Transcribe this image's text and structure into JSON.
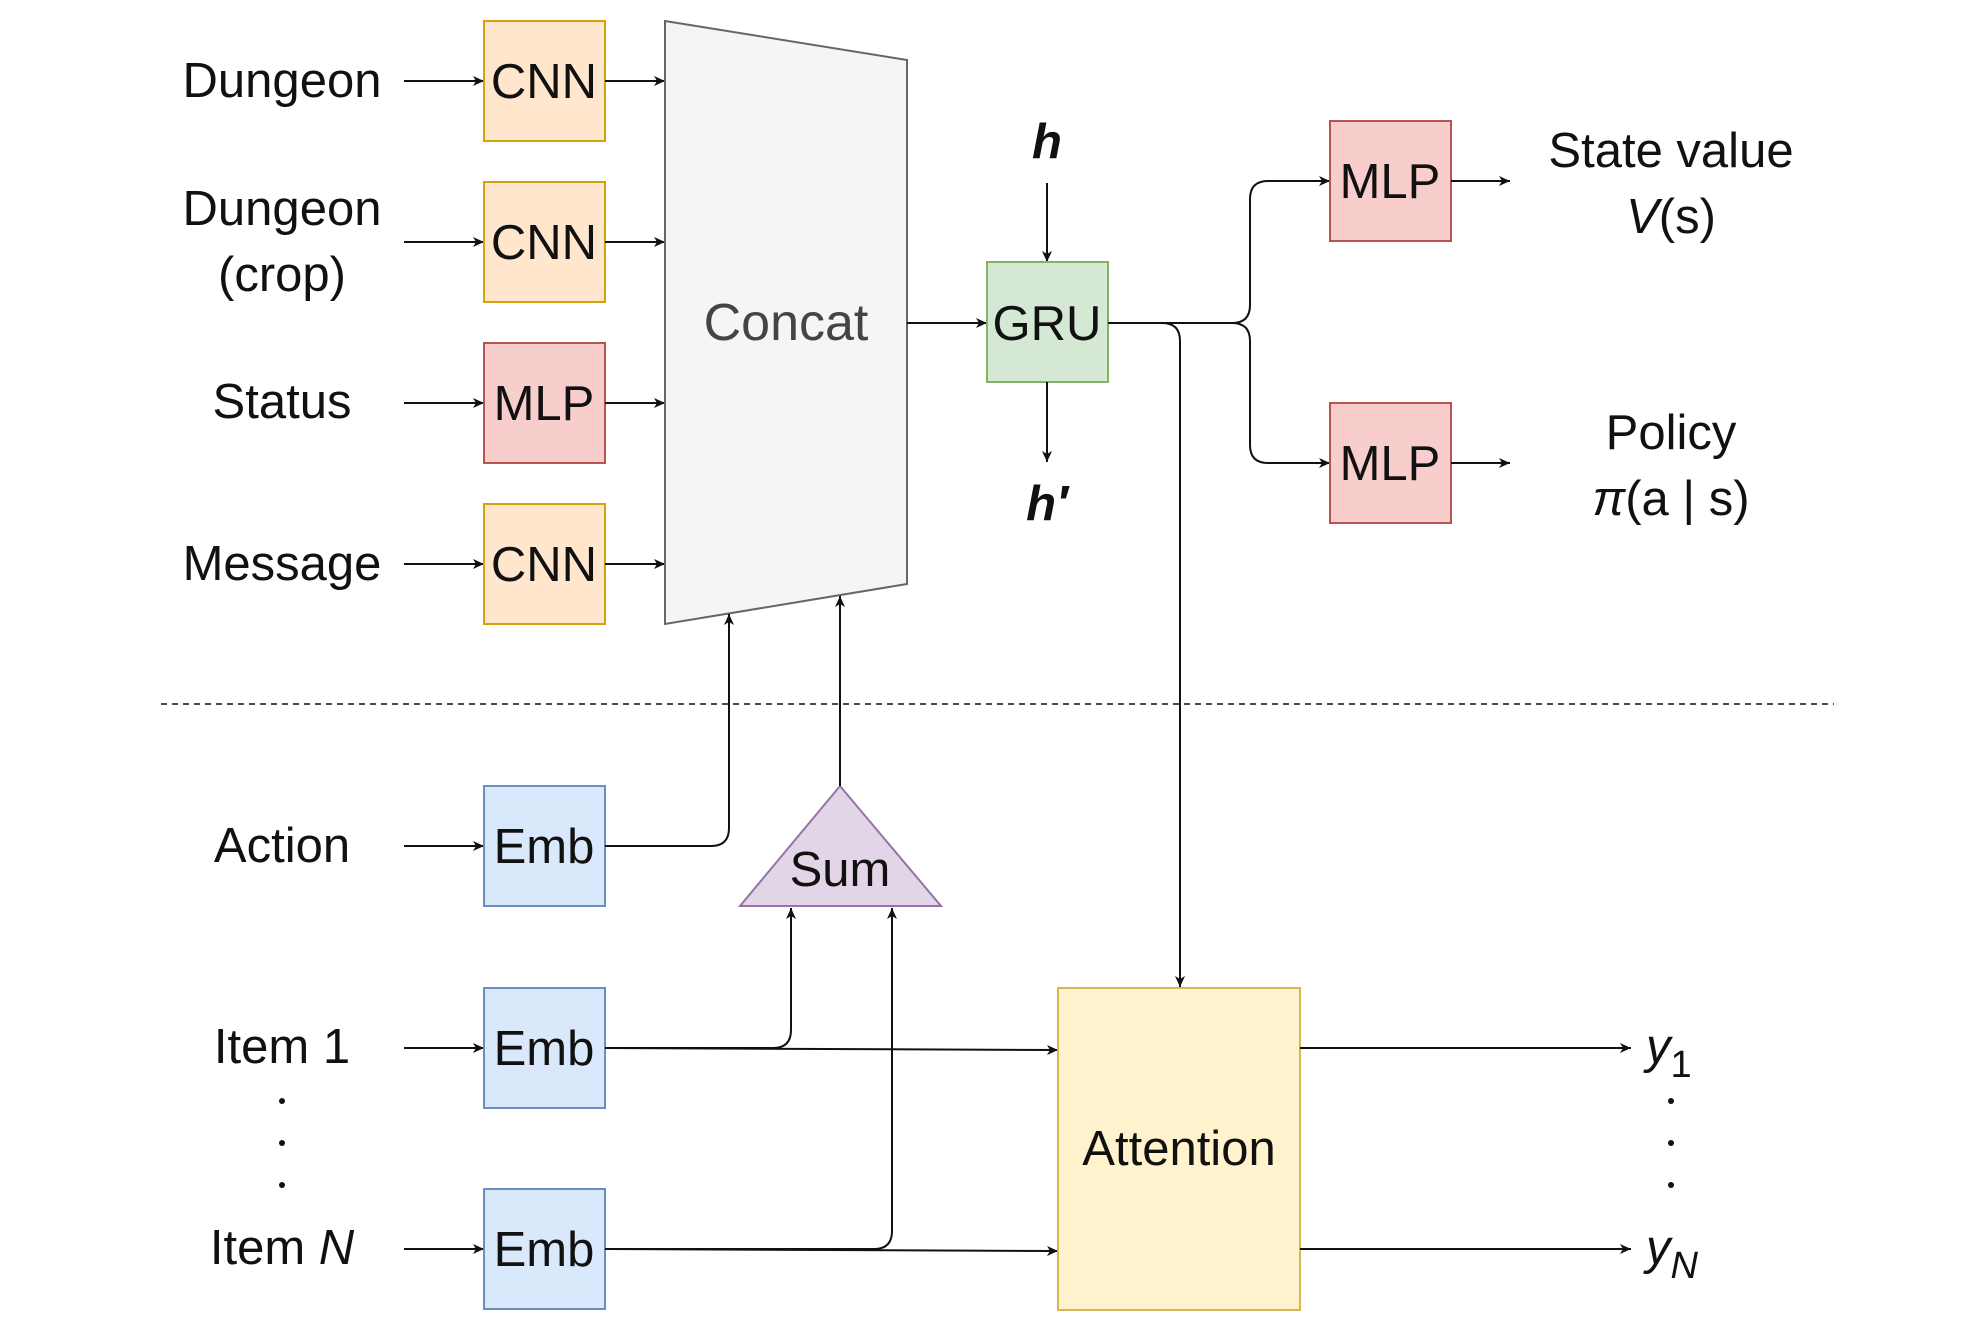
{
  "colors": {
    "cnn_fill": "#ffe6cc",
    "cnn_stroke": "#d6a20b",
    "mlp_fill": "#f8cecc",
    "mlp_stroke": "#b85450",
    "emb_fill": "#dae8fc",
    "emb_stroke": "#6c8ebf",
    "gru_fill": "#d5e8d4",
    "gru_stroke": "#82b366",
    "sum_fill": "#e1d5e7",
    "sum_stroke": "#9673a6",
    "attn_fill": "#fff2cc",
    "attn_stroke": "#d6b656",
    "concat_fill": "#f5f5f5",
    "concat_stroke": "#666666"
  },
  "inputs": {
    "dungeon": "Dungeon",
    "dungeon_crop_line1": "Dungeon",
    "dungeon_crop_line2": "(crop)",
    "status": "Status",
    "message": "Message",
    "action": "Action",
    "item1": "Item 1",
    "itemN_prefix": "Item ",
    "itemN_var": "N"
  },
  "encoders": {
    "cnn": "CNN",
    "mlp": "MLP",
    "emb": "Emb"
  },
  "core": {
    "concat": "Concat",
    "gru": "GRU",
    "h_in": "h",
    "h_out": "h′",
    "sum": "Sum",
    "attention": "Attention"
  },
  "heads": {
    "mlp": "MLP",
    "state_value_line1": "State value",
    "state_value_fn": "V",
    "state_value_arg": "(s)",
    "policy_line1": "Policy",
    "policy_fn": "π",
    "policy_arg": "(a | s)"
  },
  "outputs": {
    "y1_var": "y",
    "y1_sub": "1",
    "yN_var": "y",
    "yN_sub": "N"
  }
}
